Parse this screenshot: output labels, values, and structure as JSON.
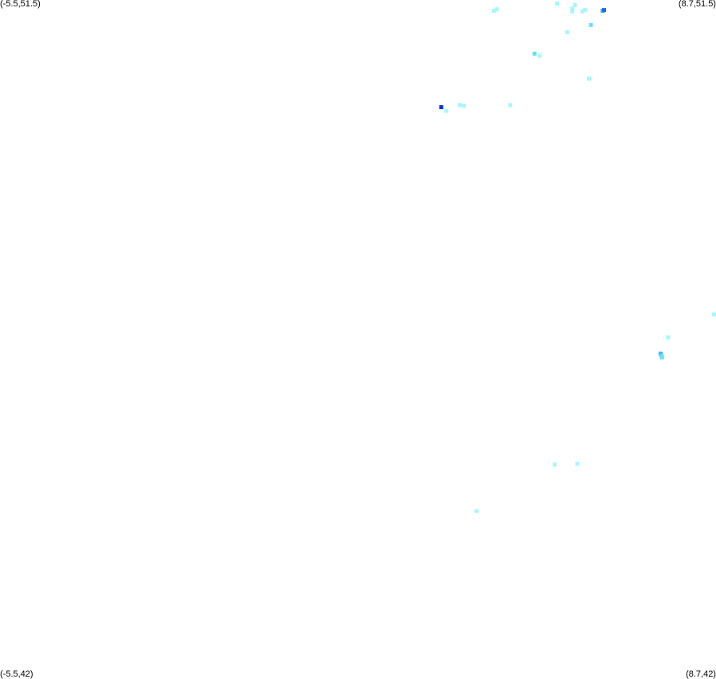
{
  "corners": {
    "top_left": "(-5.5,51.5)",
    "top_right": "(8.7,51.5)",
    "bottom_left": "(-5.5,42)",
    "bottom_right": "(8.7,42)"
  },
  "bounds": {
    "lon_min": -5.5,
    "lon_max": 8.7,
    "lat_min": 42,
    "lat_max": 51.5
  },
  "colors": {
    "light": "#a6f7ff",
    "mid": "#66e0ff",
    "strong": "#33b8f0",
    "deep": "#1a6fe0",
    "darkest": "#0b35c8"
  },
  "points": [
    {
      "lon": 5.55,
      "lat": 51.45,
      "level": "light"
    },
    {
      "lon": 5.9,
      "lat": 51.43,
      "level": "light"
    },
    {
      "lon": 4.3,
      "lat": 51.35,
      "level": "light"
    },
    {
      "lon": 4.35,
      "lat": 51.37,
      "level": "light"
    },
    {
      "lon": 5.85,
      "lat": 51.38,
      "level": "light"
    },
    {
      "lon": 5.85,
      "lat": 51.34,
      "level": "light"
    },
    {
      "lon": 6.05,
      "lat": 51.34,
      "level": "light"
    },
    {
      "lon": 6.1,
      "lat": 51.36,
      "level": "light"
    },
    {
      "lon": 6.45,
      "lat": 51.35,
      "level": "strong"
    },
    {
      "lon": 6.48,
      "lat": 51.36,
      "level": "deep"
    },
    {
      "lon": 6.22,
      "lat": 51.15,
      "level": "mid"
    },
    {
      "lon": 5.75,
      "lat": 51.05,
      "level": "light"
    },
    {
      "lon": 5.1,
      "lat": 50.75,
      "level": "mid"
    },
    {
      "lon": 5.2,
      "lat": 50.72,
      "level": "light"
    },
    {
      "lon": 6.18,
      "lat": 50.4,
      "level": "light"
    },
    {
      "lon": 3.25,
      "lat": 50.0,
      "level": "darkest"
    },
    {
      "lon": 3.35,
      "lat": 49.95,
      "level": "light"
    },
    {
      "lon": 3.62,
      "lat": 50.03,
      "level": "light"
    },
    {
      "lon": 3.7,
      "lat": 50.02,
      "level": "light"
    },
    {
      "lon": 4.62,
      "lat": 50.03,
      "level": "light"
    },
    {
      "lon": 8.7,
      "lat": 47.1,
      "level": "light"
    },
    {
      "lon": 7.75,
      "lat": 46.78,
      "level": "light"
    },
    {
      "lon": 7.6,
      "lat": 46.55,
      "level": "strong"
    },
    {
      "lon": 7.62,
      "lat": 46.52,
      "level": "mid"
    },
    {
      "lon": 7.63,
      "lat": 46.5,
      "level": "mid"
    },
    {
      "lon": 5.5,
      "lat": 45.0,
      "level": "light"
    },
    {
      "lon": 5.95,
      "lat": 45.01,
      "level": "light"
    },
    {
      "lon": 3.95,
      "lat": 44.35,
      "level": "light"
    }
  ]
}
